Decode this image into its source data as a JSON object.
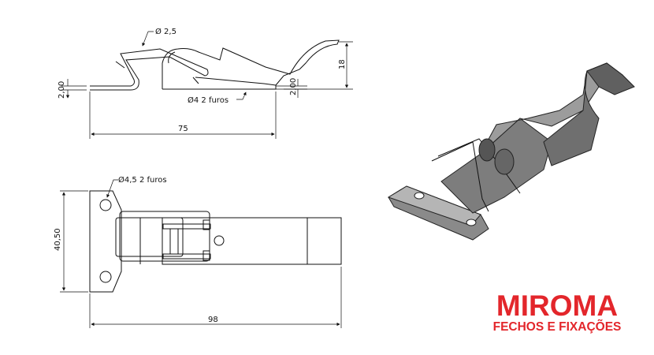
{
  "side_view": {
    "wire_diameter": "Ø 2,5",
    "holes_label": "Ø4  2 furos",
    "thickness_left": "2,00",
    "thickness_right": "2,00",
    "height": "18",
    "length": "75"
  },
  "top_view": {
    "holes_label": "Ø4,5  2 furos",
    "width": "40,50",
    "length": "98"
  },
  "logo": {
    "name": "MIROMA",
    "tagline": "FECHOS E FIXAÇÕES",
    "color": "#e3262b"
  }
}
